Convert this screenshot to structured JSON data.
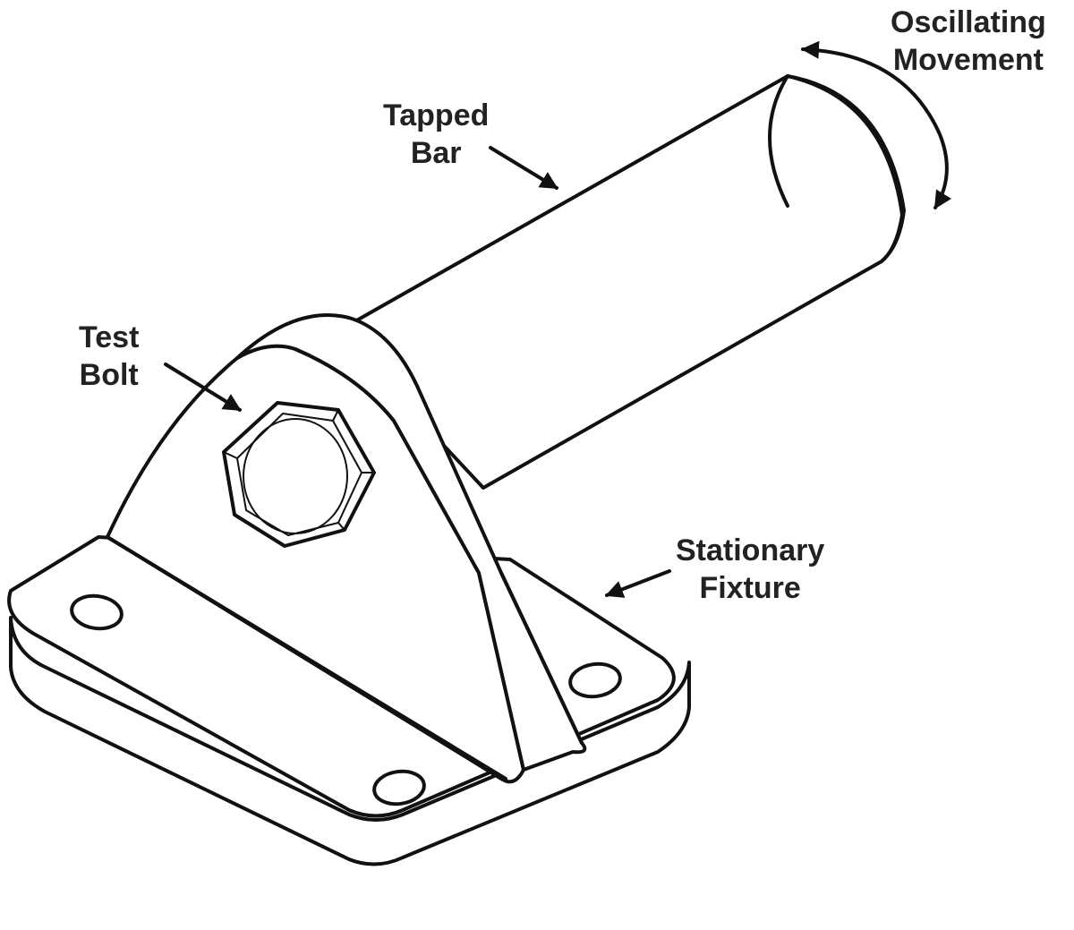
{
  "labels": {
    "oscillating": {
      "line1": "Oscillating",
      "line2": "Movement"
    },
    "tapped_bar": {
      "line1": "Tapped",
      "line2": "Bar"
    },
    "test_bolt": {
      "line1": "Test",
      "line2": "Bolt"
    },
    "stationary": {
      "line1": "Stationary",
      "line2": "Fixture"
    }
  },
  "colors": {
    "line": "#111111",
    "background": "#ffffff"
  }
}
